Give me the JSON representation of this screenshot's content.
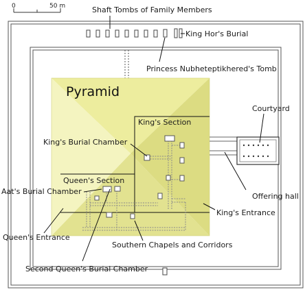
{
  "scale_bar": {
    "start_label": "0",
    "end_label": "50 m"
  },
  "title": "Pyramid",
  "labels": {
    "shaft_tombs": "Shaft Tombs of Family Members",
    "king_hor": "King Hor's Burial",
    "princess": "Princess Nubheteptikhered's Tomb",
    "courtyard": "Courtyard",
    "kings_section": "King's Section",
    "kings_burial": "King's Burial Chamber",
    "queens_section": "Queen's Section",
    "aats_burial": "Aat's Burial Chamber",
    "offering_hall": "Offering hall",
    "kings_entrance": "King's Entrance",
    "queens_entrance": "Queen's Entrance",
    "southern_chapels": "Southern Chapels and Corridors",
    "second_queen": "Second Queen's Burial Chamber"
  },
  "colors": {
    "pyramid_fill": "#ecec9c",
    "pyramid_dark": "#d6d67c",
    "pyramid_light": "#f6f6c4",
    "wall_line": "#555555",
    "leader_line": "#111111",
    "structure_line": "#888888"
  }
}
